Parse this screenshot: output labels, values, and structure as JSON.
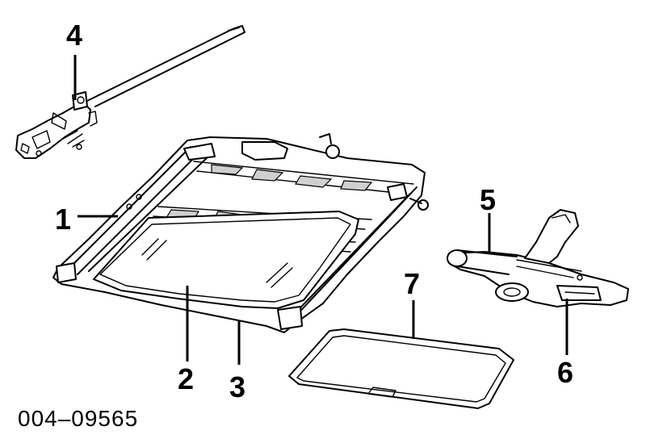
{
  "callouts": {
    "c1": "1",
    "c2": "2",
    "c3": "3",
    "c4": "4",
    "c5": "5",
    "c6": "6",
    "c7": "7"
  },
  "part_number": "004–09565"
}
